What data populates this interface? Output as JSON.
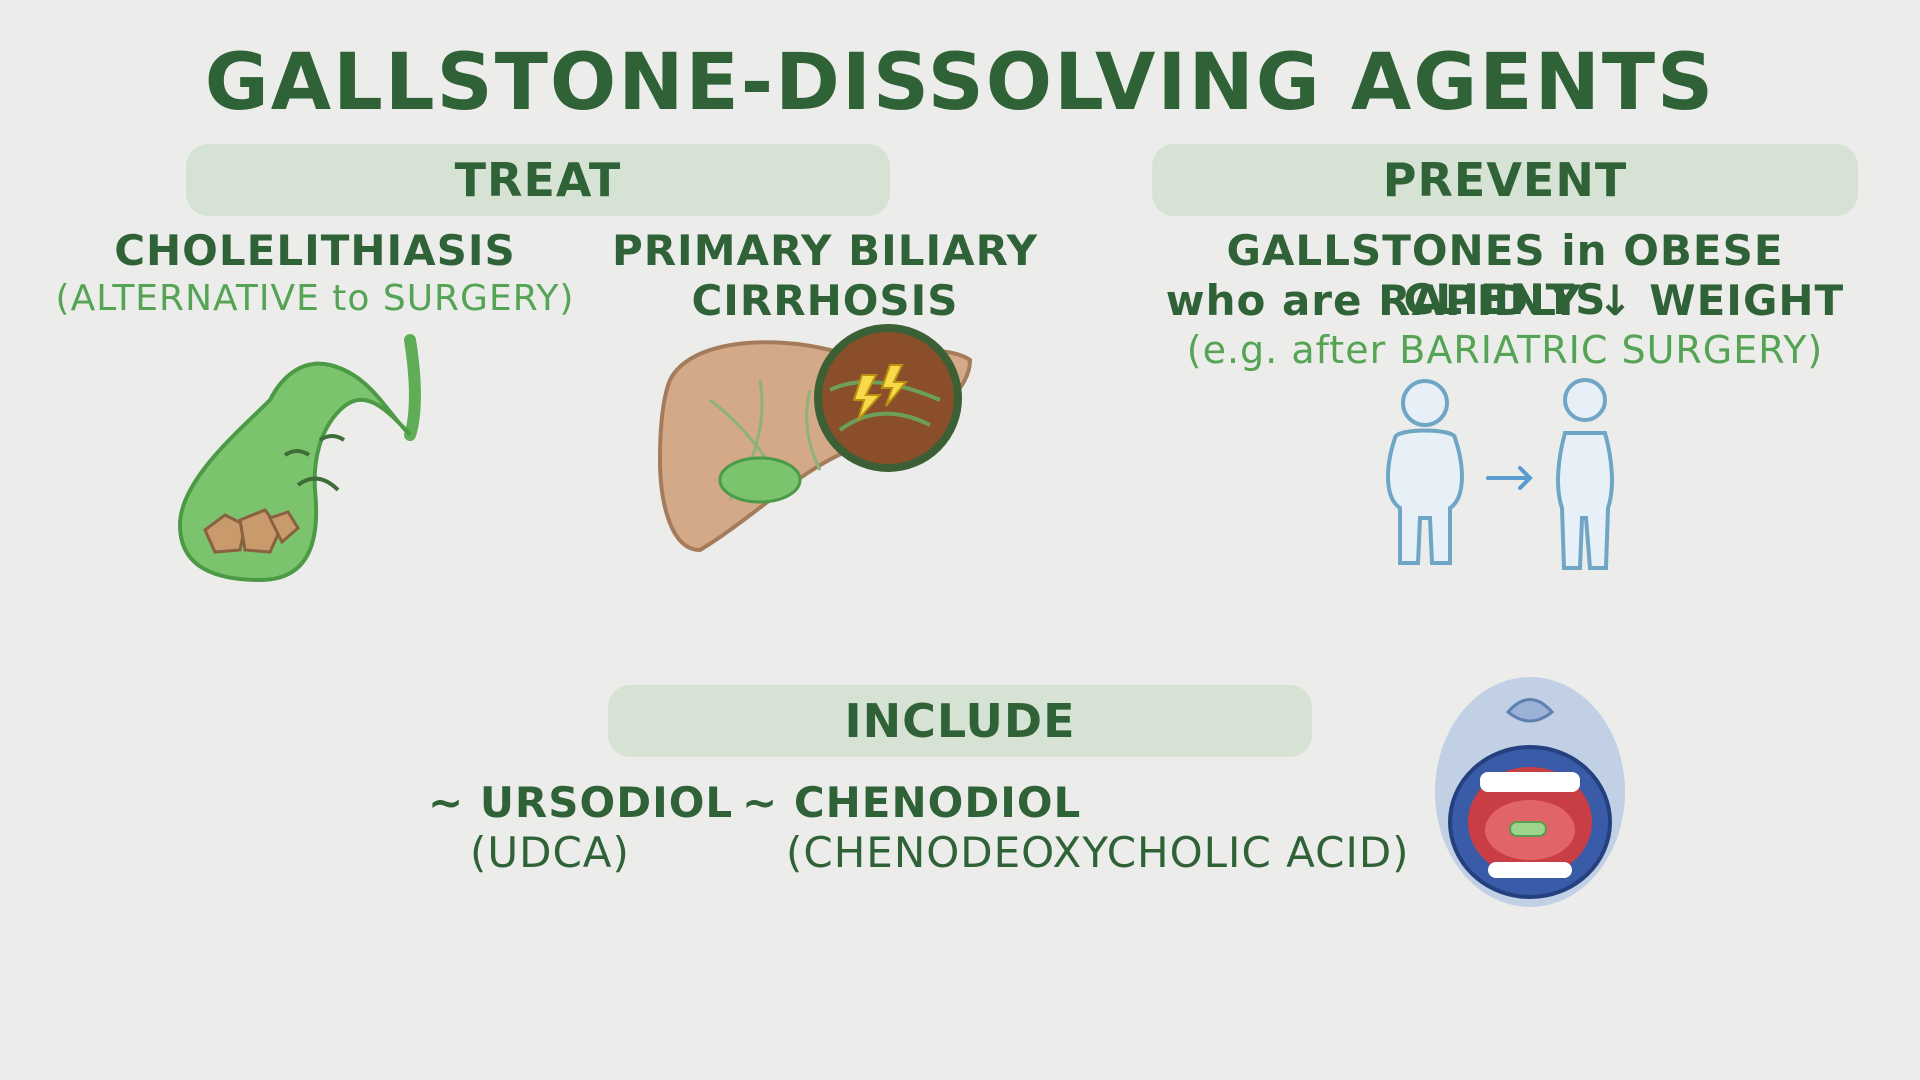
{
  "title": "GALLSTONE-DISSOLVING AGENTS",
  "treat": {
    "header": "TREAT",
    "items": [
      {
        "name": "CHOLELITHIASIS",
        "note": "(ALTERNATIVE to SURGERY)"
      },
      {
        "name_line1": "PRIMARY BILIARY",
        "name_line2": "CIRRHOSIS"
      }
    ]
  },
  "prevent": {
    "header": "PREVENT",
    "line1": "GALLSTONES in OBESE CLIENTS",
    "line2": "who are RAPIDLY ↓ WEIGHT",
    "note": "(e.g. after BARIATRIC SURGERY)"
  },
  "include": {
    "header": "INCLUDE",
    "drugs": [
      {
        "name": "~ URSODIOL",
        "abbr": "(UDCA)"
      },
      {
        "name": "~ CHENODIOL",
        "abbr": "(CHENODEOXYCHOLIC ACID)"
      }
    ]
  },
  "colors": {
    "dark_green": "#2f6236",
    "light_green": "#55a455",
    "pill_bg": "#d6e3d4",
    "background": "#ececeb"
  },
  "icons": [
    "gallbladder-with-stones-icon",
    "liver-cirrhosis-icon",
    "weight-loss-figures-icon",
    "open-mouth-pill-icon"
  ]
}
